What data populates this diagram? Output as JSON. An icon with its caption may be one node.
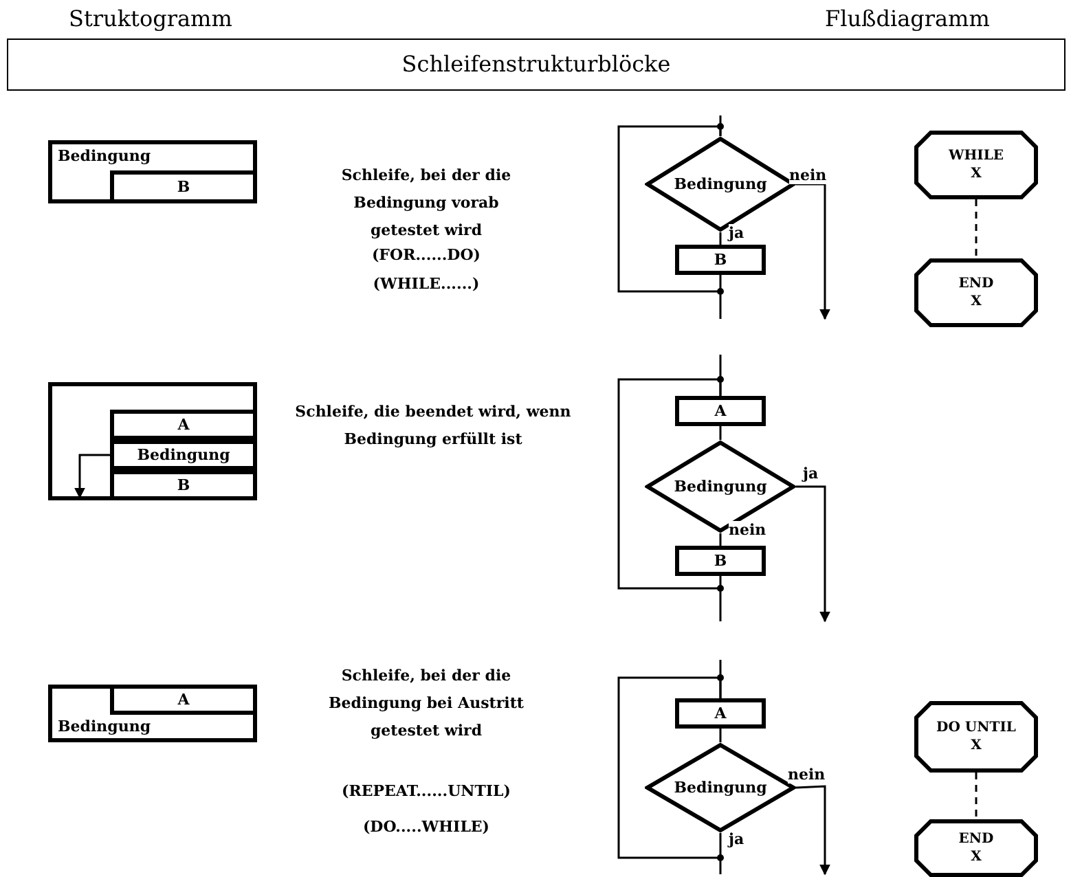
{
  "diagram": {
    "nodes": [
      {
        "text": [
          "Schleifenstrukturblöcke"
        ]
      },
      {
        "text": [
          "Bedingung"
        ]
      },
      {
        "text": [
          "B"
        ],
        "in": 1
      },
      {
        "text": [
          "Bedingung"
        ]
      },
      {
        "text": [
          "B"
        ]
      },
      {
        "text": [
          "WHILE",
          "X"
        ]
      },
      {
        "text": [
          "END",
          "X"
        ]
      },
      {
        "text": [],
        "shape": "box"
      },
      {
        "text": [
          "A"
        ],
        "in": 7
      },
      {
        "text": [
          "Bedingung"
        ],
        "in": 7
      },
      {
        "text": [
          "B"
        ],
        "in": 7
      },
      {
        "text": [
          "A"
        ]
      },
      {
        "text": [
          "Bedingung"
        ]
      },
      {
        "text": [
          "B"
        ]
      },
      {
        "text": [
          "Bedingung"
        ]
      },
      {
        "text": [
          "A"
        ],
        "in": 14
      },
      {
        "text": [
          "A"
        ]
      },
      {
        "text": [
          "Bedingung"
        ]
      },
      {
        "text": [
          "DO  UNTIL",
          "X"
        ]
      },
      {
        "text": [
          "END",
          "X"
        ]
      }
    ],
    "edges": [
      {
        "from": null,
        "to": 3,
        "arrow": "none"
      },
      {
        "from": 3,
        "to": 4,
        "arrow": "none",
        "label": "ja"
      },
      {
        "from": 4,
        "to": 3,
        "arrow": "none"
      },
      {
        "from": 3,
        "to": null,
        "arrow": "to",
        "label": "nein"
      },
      {
        "from": 5,
        "to": 6,
        "arrow": "none",
        "style": "dashed"
      },
      {
        "from": 9,
        "to": null,
        "arrow": "to"
      },
      {
        "from": null,
        "to": 11,
        "arrow": "none"
      },
      {
        "from": 11,
        "to": 12,
        "arrow": "none"
      },
      {
        "from": 12,
        "to": null,
        "arrow": "to",
        "label": "ja"
      },
      {
        "from": 12,
        "to": 13,
        "arrow": "none",
        "label": "nein"
      },
      {
        "from": 13,
        "to": 11,
        "arrow": "none"
      },
      {
        "from": null,
        "to": 16,
        "arrow": "none"
      },
      {
        "from": 16,
        "to": 17,
        "arrow": "none"
      },
      {
        "from": 17,
        "to": null,
        "arrow": "to",
        "label": "nein"
      },
      {
        "from": 17,
        "to": 16,
        "arrow": "none",
        "label": "ja"
      },
      {
        "from": 18,
        "to": 19,
        "arrow": "none",
        "style": "dashed"
      }
    ],
    "labels": [
      "Struktogramm",
      "Flußdiagramm",
      "Schleife, bei der die Bedingung vorab getestet wird",
      "(FOR......DO)",
      "(WHILE......)",
      "Schleife, die beendet wird, wenn Bedingung erfüllt ist",
      "Schleife, bei der die Bedingung bei Austritt getestet wird",
      "(REPEAT......UNTIL)",
      "(DO.....WHILE)"
    ]
  }
}
